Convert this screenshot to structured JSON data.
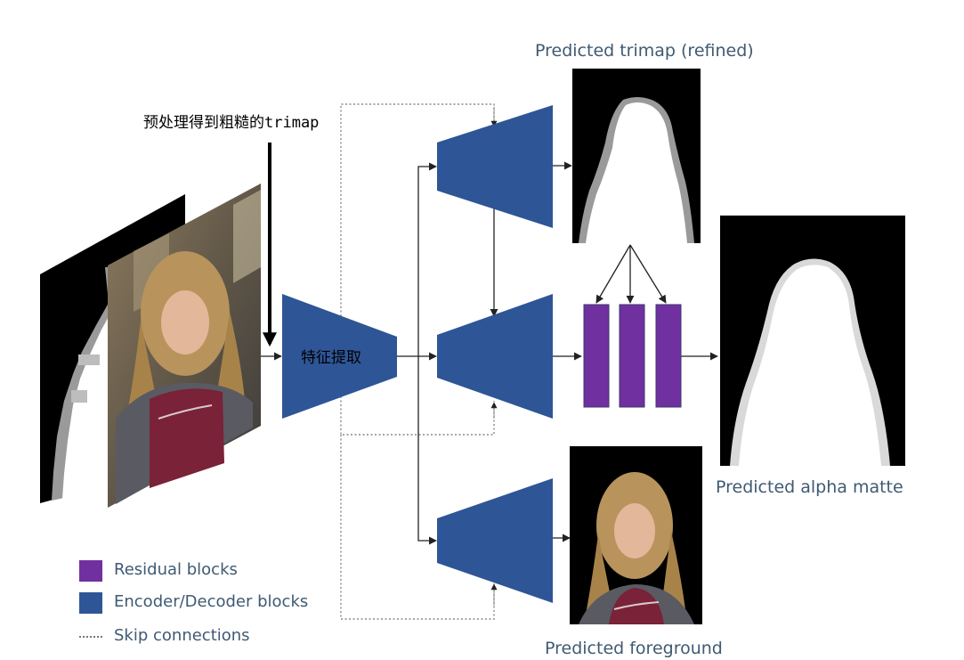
{
  "labels": {
    "trimap_refined": "Predicted trimap (refined)",
    "alpha_matte": "Predicted alpha matte",
    "foreground": "Predicted foreground",
    "preprocess_note": "预处理得到粗糙的trimap",
    "feature_extraction": "特征提取"
  },
  "legend": {
    "residual": "Residual blocks",
    "encdec": "Encoder/Decoder blocks",
    "skip": "Skip connections"
  },
  "colors": {
    "encoder_decoder": "#2e5596",
    "residual": "#7030a0",
    "trimap_unknown": "#9a9a9a",
    "shirt": "#7a2238",
    "hair": "#b8935c"
  },
  "icons": {
    "photo": "portrait-photo-icon",
    "trimap": "trimap-mask-icon",
    "alpha": "alpha-matte-icon"
  }
}
